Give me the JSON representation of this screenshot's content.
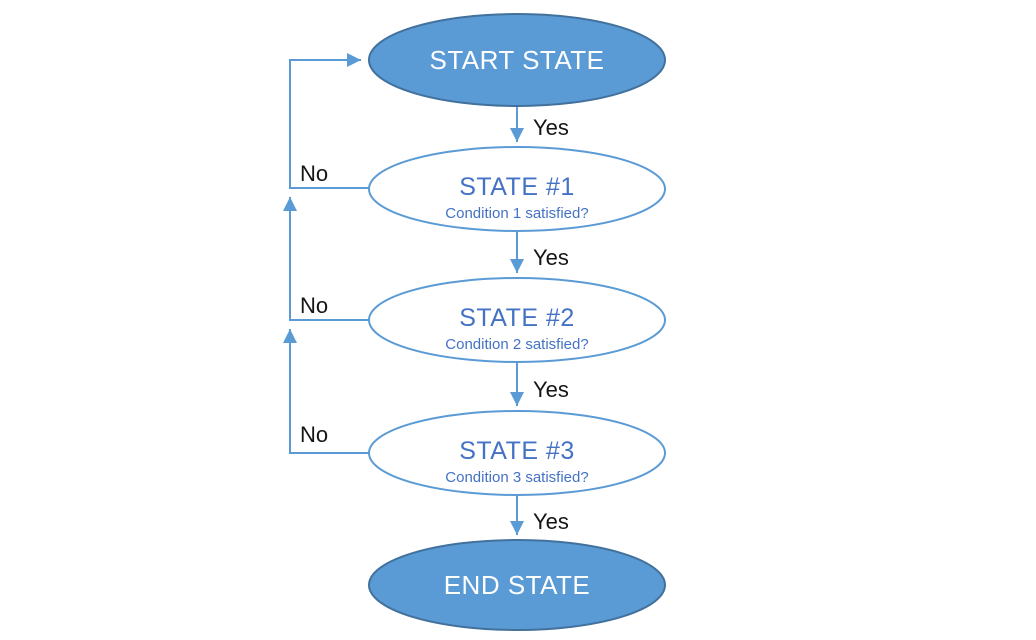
{
  "diagram": {
    "nodes": [
      {
        "label": "START STATE"
      },
      {
        "label": "STATE #1",
        "sublabel": "Condition 1 satisfied?"
      },
      {
        "label": "STATE #2",
        "sublabel": "Condition 2 satisfied?"
      },
      {
        "label": "STATE #3",
        "sublabel": "Condition 3 satisfied?"
      },
      {
        "label": "END STATE"
      }
    ],
    "yes_edges": [
      {
        "from": "START STATE",
        "to": "STATE #1",
        "label": "Yes"
      },
      {
        "from": "STATE #1",
        "to": "STATE #2",
        "label": "Yes"
      },
      {
        "from": "STATE #2",
        "to": "STATE #3",
        "label": "Yes"
      },
      {
        "from": "STATE #3",
        "to": "END STATE",
        "label": "Yes"
      }
    ],
    "no_edges": [
      {
        "from": "STATE #1",
        "label": "No"
      },
      {
        "from": "STATE #2",
        "label": "No"
      },
      {
        "from": "STATE #3",
        "label": "No"
      }
    ],
    "colors": {
      "node_fill": "#5b9bd5",
      "node_border": "#41719c",
      "outline_border": "#5b9bd5",
      "state_text": "#4472c4",
      "edge": "#5b9bd5",
      "label_text": "#151515"
    }
  }
}
